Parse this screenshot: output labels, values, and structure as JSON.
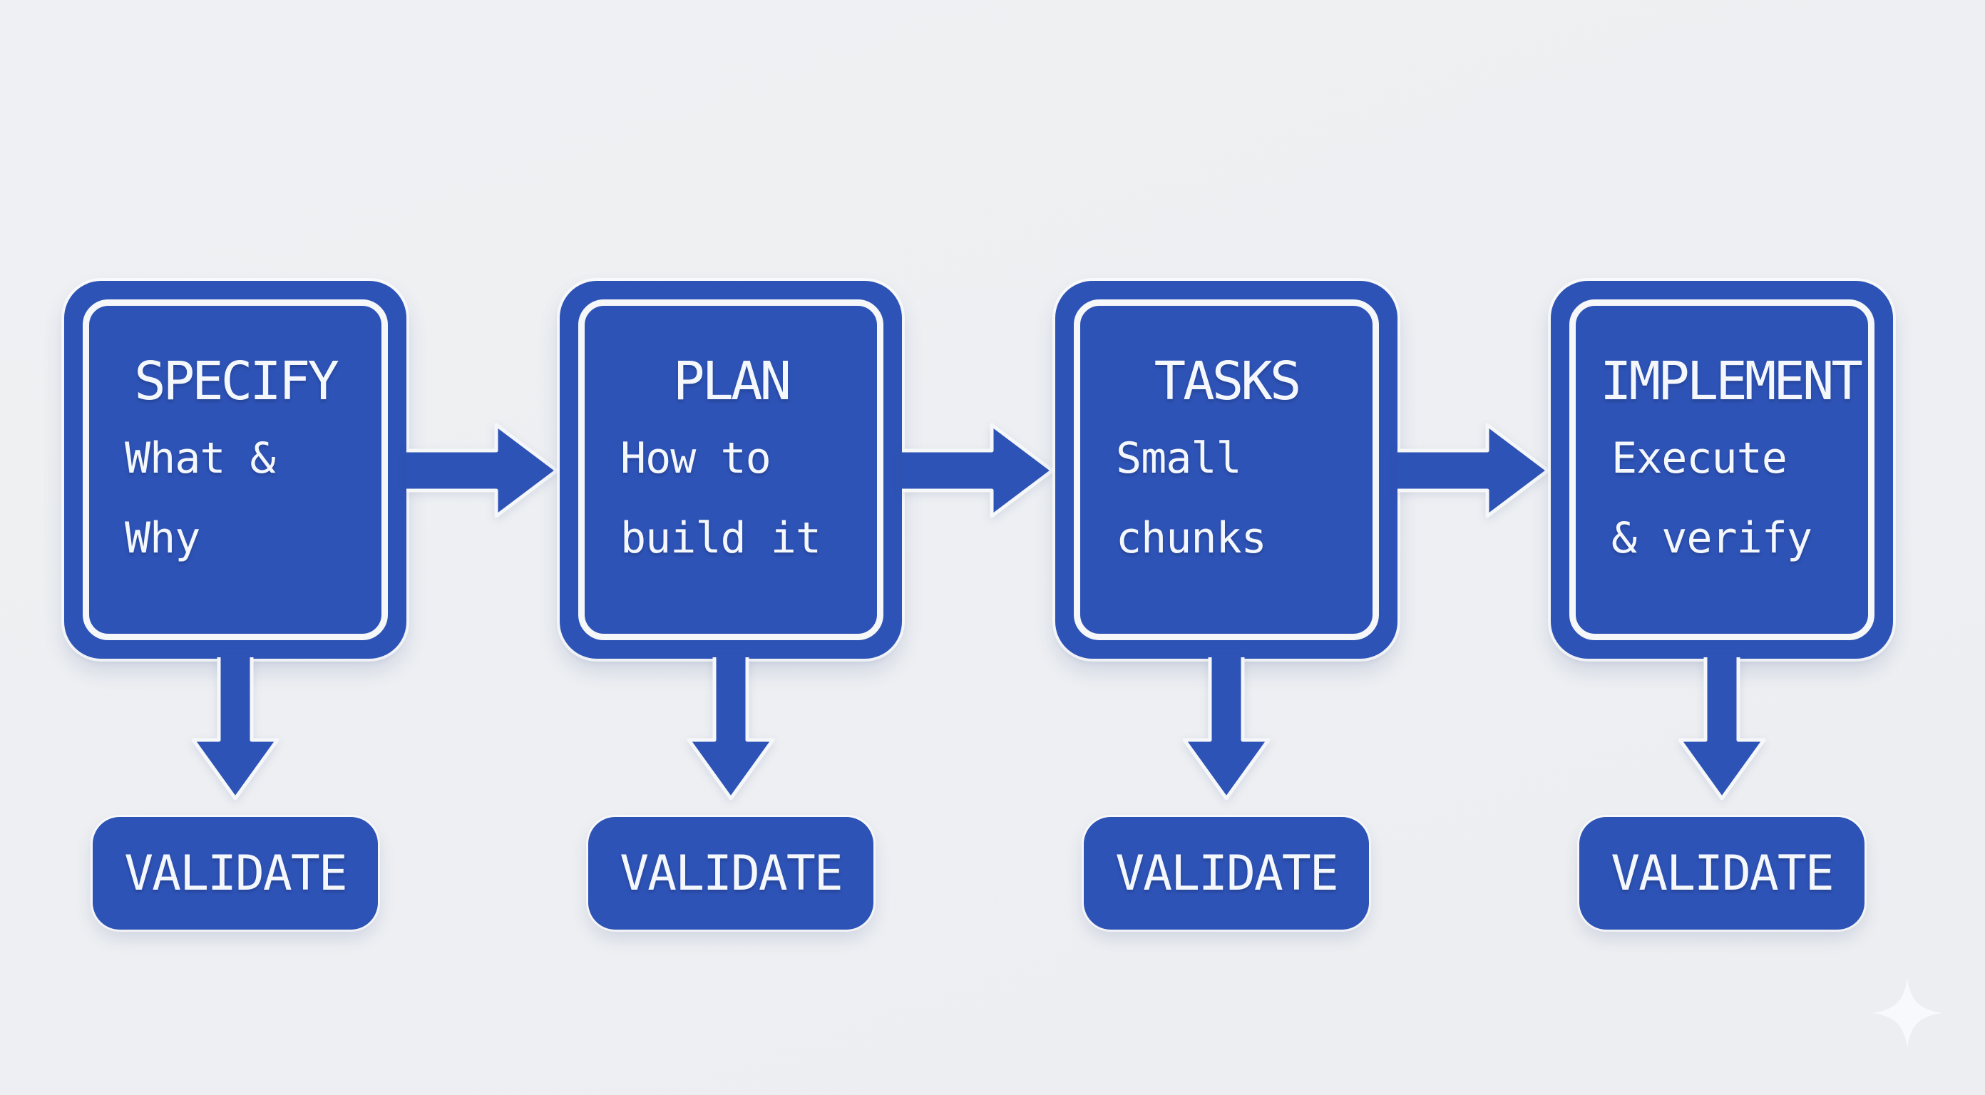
{
  "colors": {
    "background": "#EDEFF2",
    "accent": "#2E53B6",
    "box_outline_white": "#F5F7F9",
    "text_white": "#F4F7FB"
  },
  "diagram": {
    "type": "flowchart",
    "direction": "left-to-right",
    "stages": [
      {
        "title": "SPECIFY",
        "lines": [
          "What &",
          "Why"
        ],
        "validate_label": "VALIDATE"
      },
      {
        "title": "PLAN",
        "lines": [
          "How to",
          "build it"
        ],
        "validate_label": "VALIDATE"
      },
      {
        "title": "TASKS",
        "lines": [
          "Small",
          "chunks"
        ],
        "validate_label": "VALIDATE"
      },
      {
        "title": "IMPLEMENT",
        "lines": [
          "Execute",
          "& verify"
        ],
        "validate_label": "VALIDATE"
      }
    ],
    "connections": [
      {
        "from": "SPECIFY",
        "to": "PLAN",
        "style": "right-arrow"
      },
      {
        "from": "PLAN",
        "to": "TASKS",
        "style": "right-arrow"
      },
      {
        "from": "TASKS",
        "to": "IMPLEMENT",
        "style": "right-arrow"
      },
      {
        "from": "SPECIFY",
        "to": "VALIDATE",
        "style": "down-arrow"
      },
      {
        "from": "PLAN",
        "to": "VALIDATE",
        "style": "down-arrow"
      },
      {
        "from": "TASKS",
        "to": "VALIDATE",
        "style": "down-arrow"
      },
      {
        "from": "IMPLEMENT",
        "to": "VALIDATE",
        "style": "down-arrow"
      }
    ],
    "watermark_icon": "four-point-star-sparkle"
  }
}
